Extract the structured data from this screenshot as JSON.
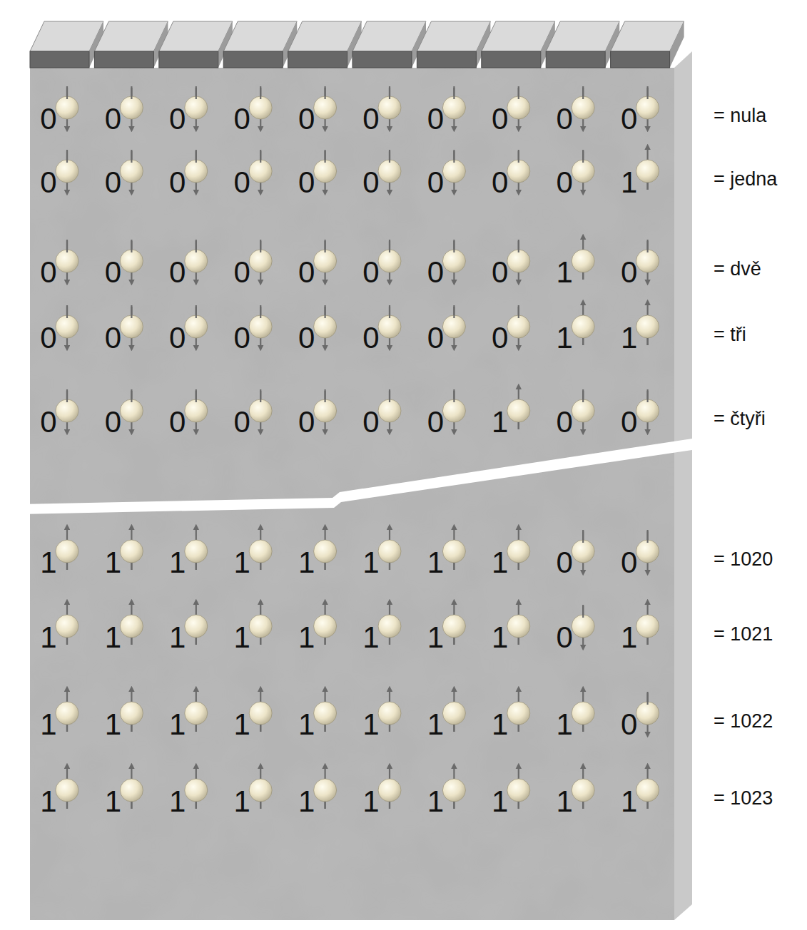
{
  "diagram": {
    "labels": [
      "0",
      "0",
      "0",
      "0",
      "0",
      "0",
      "0",
      "0",
      "0",
      "0",
      "= nula",
      "0",
      "0",
      "0",
      "0",
      "0",
      "0",
      "0",
      "0",
      "0",
      "1",
      "= jedna",
      "0",
      "0",
      "0",
      "0",
      "0",
      "0",
      "0",
      "0",
      "1",
      "0",
      "= dvě",
      "0",
      "0",
      "0",
      "0",
      "0",
      "0",
      "0",
      "0",
      "1",
      "1",
      "= tři",
      "0",
      "0",
      "0",
      "0",
      "0",
      "0",
      "0",
      "1",
      "0",
      "0",
      "= čtyři",
      "1",
      "1",
      "1",
      "1",
      "1",
      "1",
      "1",
      "1",
      "0",
      "0",
      "= 1020",
      "1",
      "1",
      "1",
      "1",
      "1",
      "1",
      "1",
      "1",
      "0",
      "1",
      "= 1021",
      "1",
      "1",
      "1",
      "1",
      "1",
      "1",
      "1",
      "1",
      "1",
      "0",
      "= 1022",
      "1",
      "1",
      "1",
      "1",
      "1",
      "1",
      "1",
      "1",
      "1",
      "1",
      "= 1023"
    ]
  }
}
